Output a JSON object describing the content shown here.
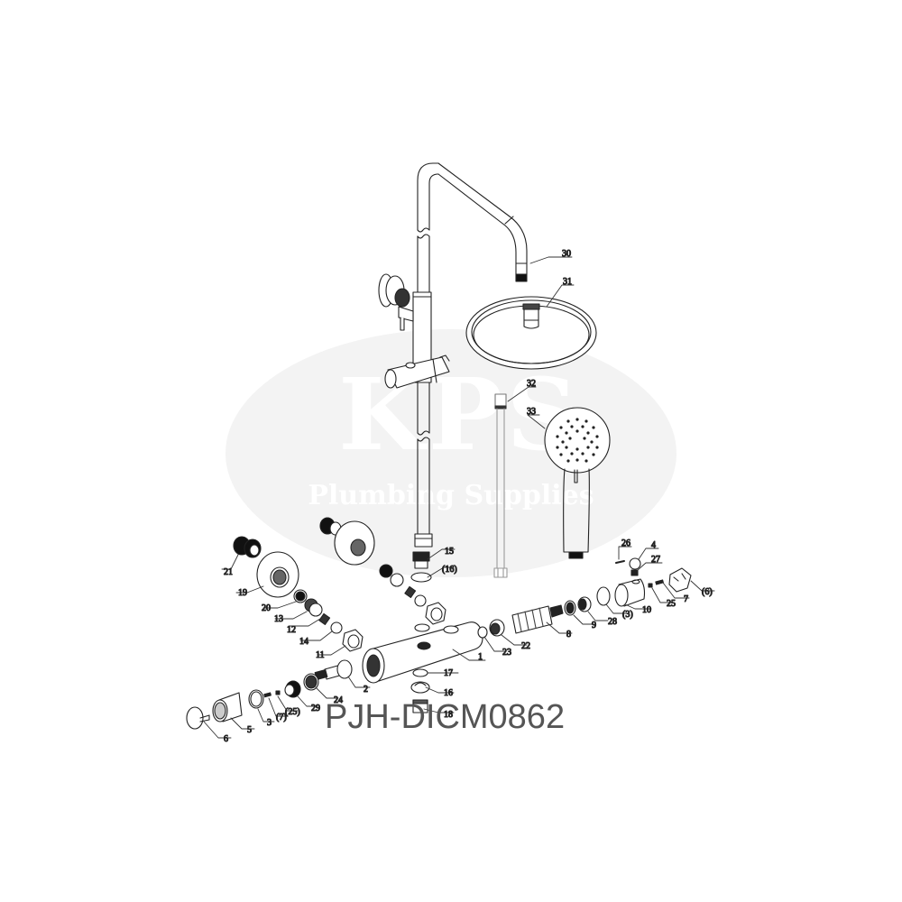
{
  "watermark": {
    "brand": "KPS",
    "tagline": "Plumbing Supplies"
  },
  "product_code": "PJH-DICM0862",
  "diagram": {
    "type": "exploded-parts-view",
    "subject": "thermostatic shower column with overhead shower, riser rail, handset and bar valve",
    "colors": {
      "line": "#222222",
      "label": "#333333",
      "code": "#555555",
      "watermark_bg": "#f3f3f3"
    },
    "labels": [
      {
        "id": "30",
        "text": "30",
        "part": "overhead arm"
      },
      {
        "id": "31",
        "text": "31",
        "part": "overhead shower head"
      },
      {
        "id": "32",
        "text": "32",
        "part": "shower hose"
      },
      {
        "id": "33",
        "text": "33",
        "part": "hand shower"
      },
      {
        "id": "15",
        "text": "15",
        "part": "riser outlet connector"
      },
      {
        "id": "16a",
        "text": "(16)",
        "part": "washer"
      },
      {
        "id": "21",
        "text": "21",
        "part": "wall connector"
      },
      {
        "id": "19",
        "text": "19",
        "part": "wall flange"
      },
      {
        "id": "20",
        "text": "20",
        "part": "seal"
      },
      {
        "id": "13",
        "text": "13",
        "part": "inlet body"
      },
      {
        "id": "12",
        "text": "12",
        "part": "check valve"
      },
      {
        "id": "14",
        "text": "14",
        "part": "o-ring"
      },
      {
        "id": "11",
        "text": "11",
        "part": "nut"
      },
      {
        "id": "1",
        "text": "1",
        "part": "valve body"
      },
      {
        "id": "17",
        "text": "17",
        "part": "o-ring"
      },
      {
        "id": "16",
        "text": "16",
        "part": "washer"
      },
      {
        "id": "18",
        "text": "18",
        "part": "outlet connector"
      },
      {
        "id": "2",
        "text": "2",
        "part": "flow spindle"
      },
      {
        "id": "24",
        "text": "24",
        "part": "ring"
      },
      {
        "id": "29",
        "text": "29",
        "part": "sleeve"
      },
      {
        "id": "25a",
        "text": "(25)",
        "part": "set screw"
      },
      {
        "id": "7a",
        "text": "(7)",
        "part": "screw"
      },
      {
        "id": "3",
        "text": "3",
        "part": "ring"
      },
      {
        "id": "5",
        "text": "5",
        "part": "handle"
      },
      {
        "id": "6",
        "text": "6",
        "part": "cap"
      },
      {
        "id": "23",
        "text": "23",
        "part": "o-ring"
      },
      {
        "id": "22",
        "text": "22",
        "part": "adapter"
      },
      {
        "id": "8",
        "text": "8",
        "part": "thermostatic cartridge"
      },
      {
        "id": "9",
        "text": "9",
        "part": "nut"
      },
      {
        "id": "28",
        "text": "28",
        "part": "limiter"
      },
      {
        "id": "3a",
        "text": "(3)",
        "part": "ring"
      },
      {
        "id": "10",
        "text": "10",
        "part": "temperature handle"
      },
      {
        "id": "25",
        "text": "25",
        "part": "set screw"
      },
      {
        "id": "7",
        "text": "7",
        "part": "screw"
      },
      {
        "id": "6a",
        "text": "(6)",
        "part": "cap"
      },
      {
        "id": "26",
        "text": "26",
        "part": "pin"
      },
      {
        "id": "4",
        "text": "4",
        "part": "safety button"
      },
      {
        "id": "27",
        "text": "27",
        "part": "spring"
      }
    ]
  }
}
